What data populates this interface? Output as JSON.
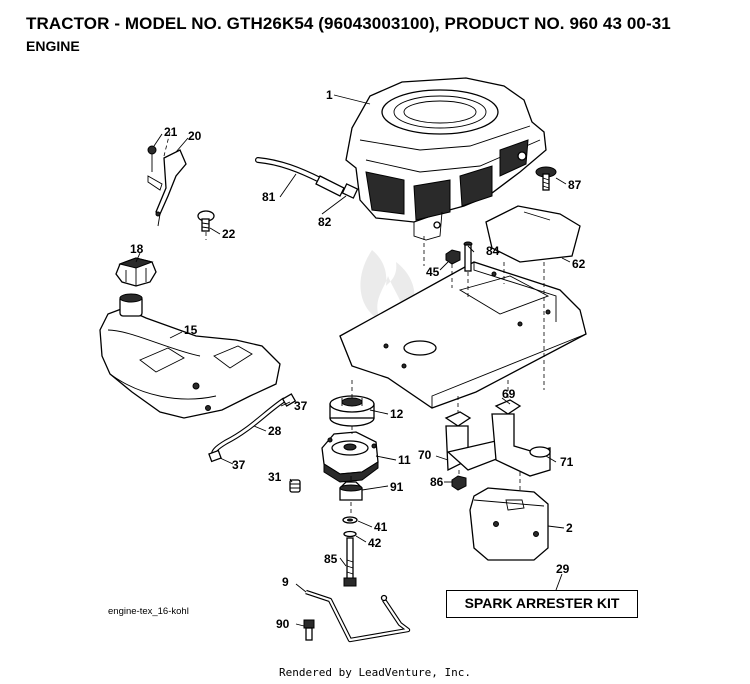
{
  "header": {
    "title": "TRACTOR - MODEL NO. GTH26K54 (96043003100), PRODUCT NO. 960 43 00-31",
    "subtitle": "ENGINE"
  },
  "callouts": {
    "c1": "1",
    "c2": "2",
    "c9": "9",
    "c11": "11",
    "c12": "12",
    "c15": "15",
    "c18": "18",
    "c20": "20",
    "c21": "21",
    "c22": "22",
    "c28": "28",
    "c29": "29",
    "c31": "31",
    "c37a": "37",
    "c37b": "37",
    "c41": "41",
    "c42": "42",
    "c45": "45",
    "c62": "62",
    "c69": "69",
    "c70": "70",
    "c71": "71",
    "c81": "81",
    "c82": "82",
    "c84": "84",
    "c85": "85",
    "c86": "86",
    "c87": "87",
    "c90": "90",
    "c91": "91"
  },
  "kit_label": "SPARK ARRESTER KIT",
  "image_ref": "engine-tex_16-kohl",
  "credit": "Rendered by LeadVenture, Inc."
}
